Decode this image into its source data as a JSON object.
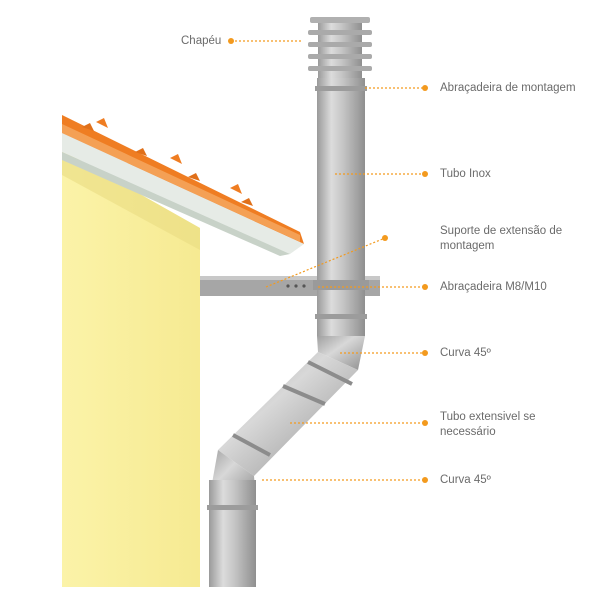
{
  "colors": {
    "accent": "#f39a1e",
    "wall": "#f9f0a0",
    "roof_tile": "#ef7d22",
    "pipe": "#bdbdbd",
    "text": "#6b6b6b"
  },
  "labels": {
    "chapeu": "Chapéu",
    "abracadeira_montagem": "Abraçadeira de montagem",
    "tubo_inox": "Tubo Inox",
    "suporte_extensao": "Suporte de extensão de montagem",
    "abracadeira_m8": "Abraçadeira M8/M10",
    "curva_45_top": "Curva 45º",
    "tubo_extensivel": "Tubo extensivel se necessário",
    "curva_45_bottom": "Curva 45º"
  }
}
